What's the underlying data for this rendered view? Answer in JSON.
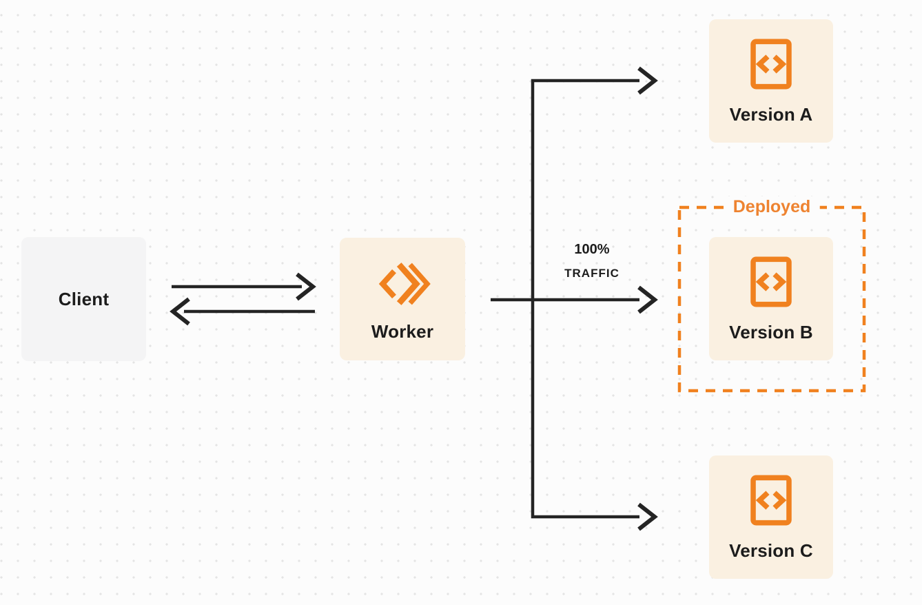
{
  "diagram": {
    "nodes": {
      "client": {
        "label": "Client"
      },
      "worker": {
        "label": "Worker",
        "icon": "cloudflare-workers-logo"
      },
      "version_a": {
        "label": "Version A",
        "icon": "code-file"
      },
      "version_b": {
        "label": "Version B",
        "icon": "code-file"
      },
      "version_c": {
        "label": "Version C",
        "icon": "code-file"
      }
    },
    "deployed_group": {
      "label": "Deployed"
    },
    "traffic_label": {
      "line1": "100%",
      "line2": "TRAFFIC"
    }
  },
  "colors": {
    "background": "#FCFCFC",
    "dot_grid": "#E4E4E4",
    "accent_orange": "#F0811F",
    "deployed_text_orange": "#EE8330",
    "card_cream": "#FAF0E1",
    "card_gray": "#F4F4F5",
    "line_dark": "#242424",
    "text_dark": "#1C1C1C"
  }
}
